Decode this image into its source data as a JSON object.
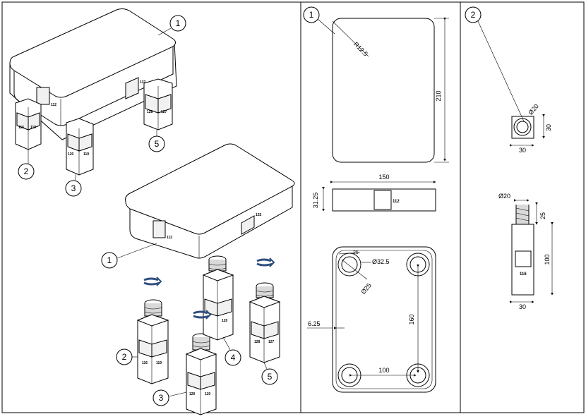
{
  "callouts": {
    "c1_top": "1",
    "c2_top": "2",
    "c3_top": "3",
    "c5_top": "5",
    "c1_mid": "1",
    "c2_low": "2",
    "c3_low": "3",
    "c4_low": "4",
    "c5_low": "5",
    "c1_plan": "1",
    "c2_side": "2"
  },
  "part_labels": {
    "p112": "112",
    "p116": "116",
    "p119": "119",
    "p120": "120",
    "p127": "127",
    "p128": "128",
    "p132": "132"
  },
  "plan_top": {
    "radius": "R12.5",
    "height": "210"
  },
  "plan_front": {
    "width": "150",
    "height": "31.25",
    "label": "112"
  },
  "plan_bottom": {
    "outer_dia": "Ø32.5",
    "inner_dia": "Ø25",
    "small": "25",
    "offset": "6.25",
    "vspacing": "160",
    "hspacing": "100"
  },
  "leg_top": {
    "dia": "Ø20",
    "h": "30",
    "w": "30"
  },
  "leg_side": {
    "dia": "Ø20",
    "thread": "25",
    "length": "100",
    "width": "30",
    "label": "116"
  },
  "colors": {
    "rotate_arrow": "#2f4f7f",
    "line": "#000000"
  }
}
